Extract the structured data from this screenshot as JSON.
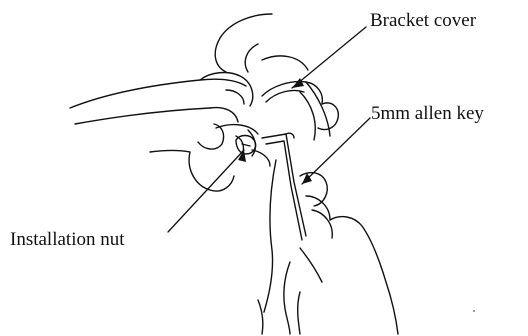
{
  "labels": {
    "bracket_cover": "Bracket cover",
    "allen_key": "5mm allen key",
    "installation_nut": "Installation nut"
  },
  "colors": {
    "ink": "#111111",
    "background": "#ffffff"
  }
}
